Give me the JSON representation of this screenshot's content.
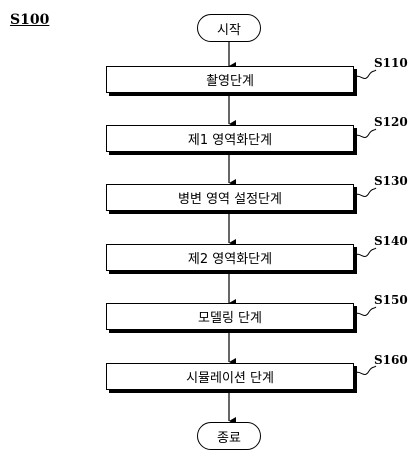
{
  "figure_label": "S100",
  "start_label": "시작",
  "end_label": "종료",
  "steps": [
    {
      "code": "S110",
      "label": "촬영단계"
    },
    {
      "code": "S120",
      "label": "제1 영역화단계"
    },
    {
      "code": "S130",
      "label": "병변 영역 설정단계"
    },
    {
      "code": "S140",
      "label": "제2 영역화단계"
    },
    {
      "code": "S150",
      "label": "모델링 단계"
    },
    {
      "code": "S160",
      "label": "시뮬레이션 단계"
    }
  ]
}
